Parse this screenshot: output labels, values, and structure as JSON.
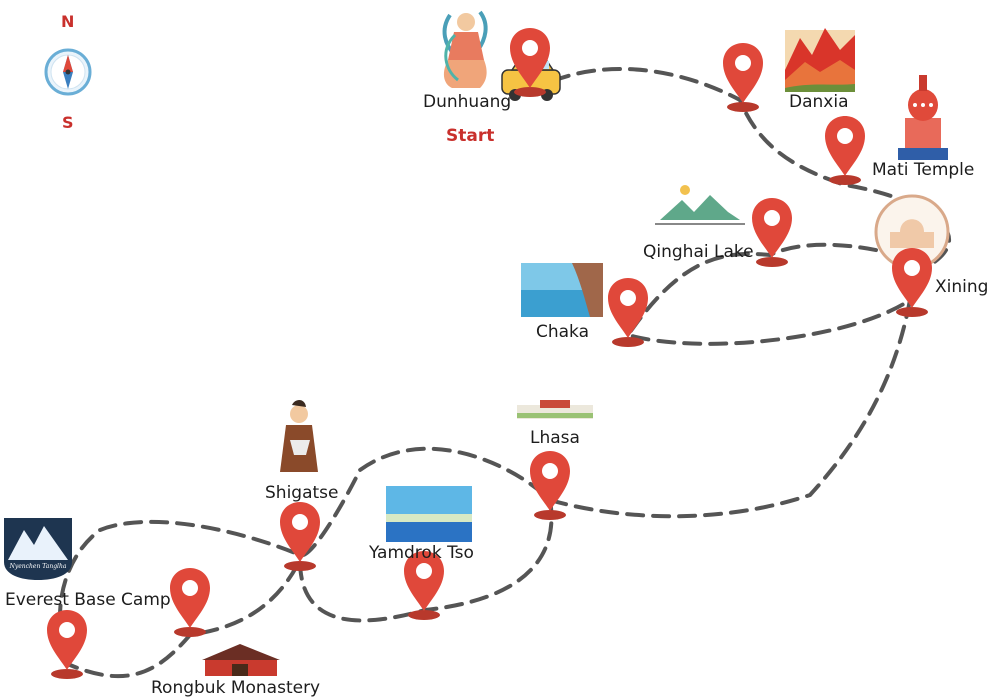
{
  "compass": {
    "north": "N",
    "south": "S"
  },
  "start_label": "Start",
  "stops": [
    {
      "id": "dunhuang",
      "name": "Dunhuang"
    },
    {
      "id": "danxia",
      "name": "Danxia"
    },
    {
      "id": "mati-temple",
      "name": "Mati Temple"
    },
    {
      "id": "xining",
      "name": "Xining"
    },
    {
      "id": "qinghai-lake",
      "name": "Qinghai Lake"
    },
    {
      "id": "chaka",
      "name": "Chaka"
    },
    {
      "id": "lhasa",
      "name": "Lhasa"
    },
    {
      "id": "yamdrok-tso",
      "name": "Yamdrok Tso"
    },
    {
      "id": "shigatse",
      "name": "Shigatse"
    },
    {
      "id": "everest-base-camp",
      "name": "Everest Base Camp"
    },
    {
      "id": "rongbuk-monastery",
      "name": "Rongbuk Monastery"
    }
  ],
  "badge_text": "Nyenchen Tanglha",
  "colors": {
    "pin": "#e0483a",
    "pin_shadow": "#b8392c",
    "route": "#555555",
    "accent": "#c9302c"
  }
}
